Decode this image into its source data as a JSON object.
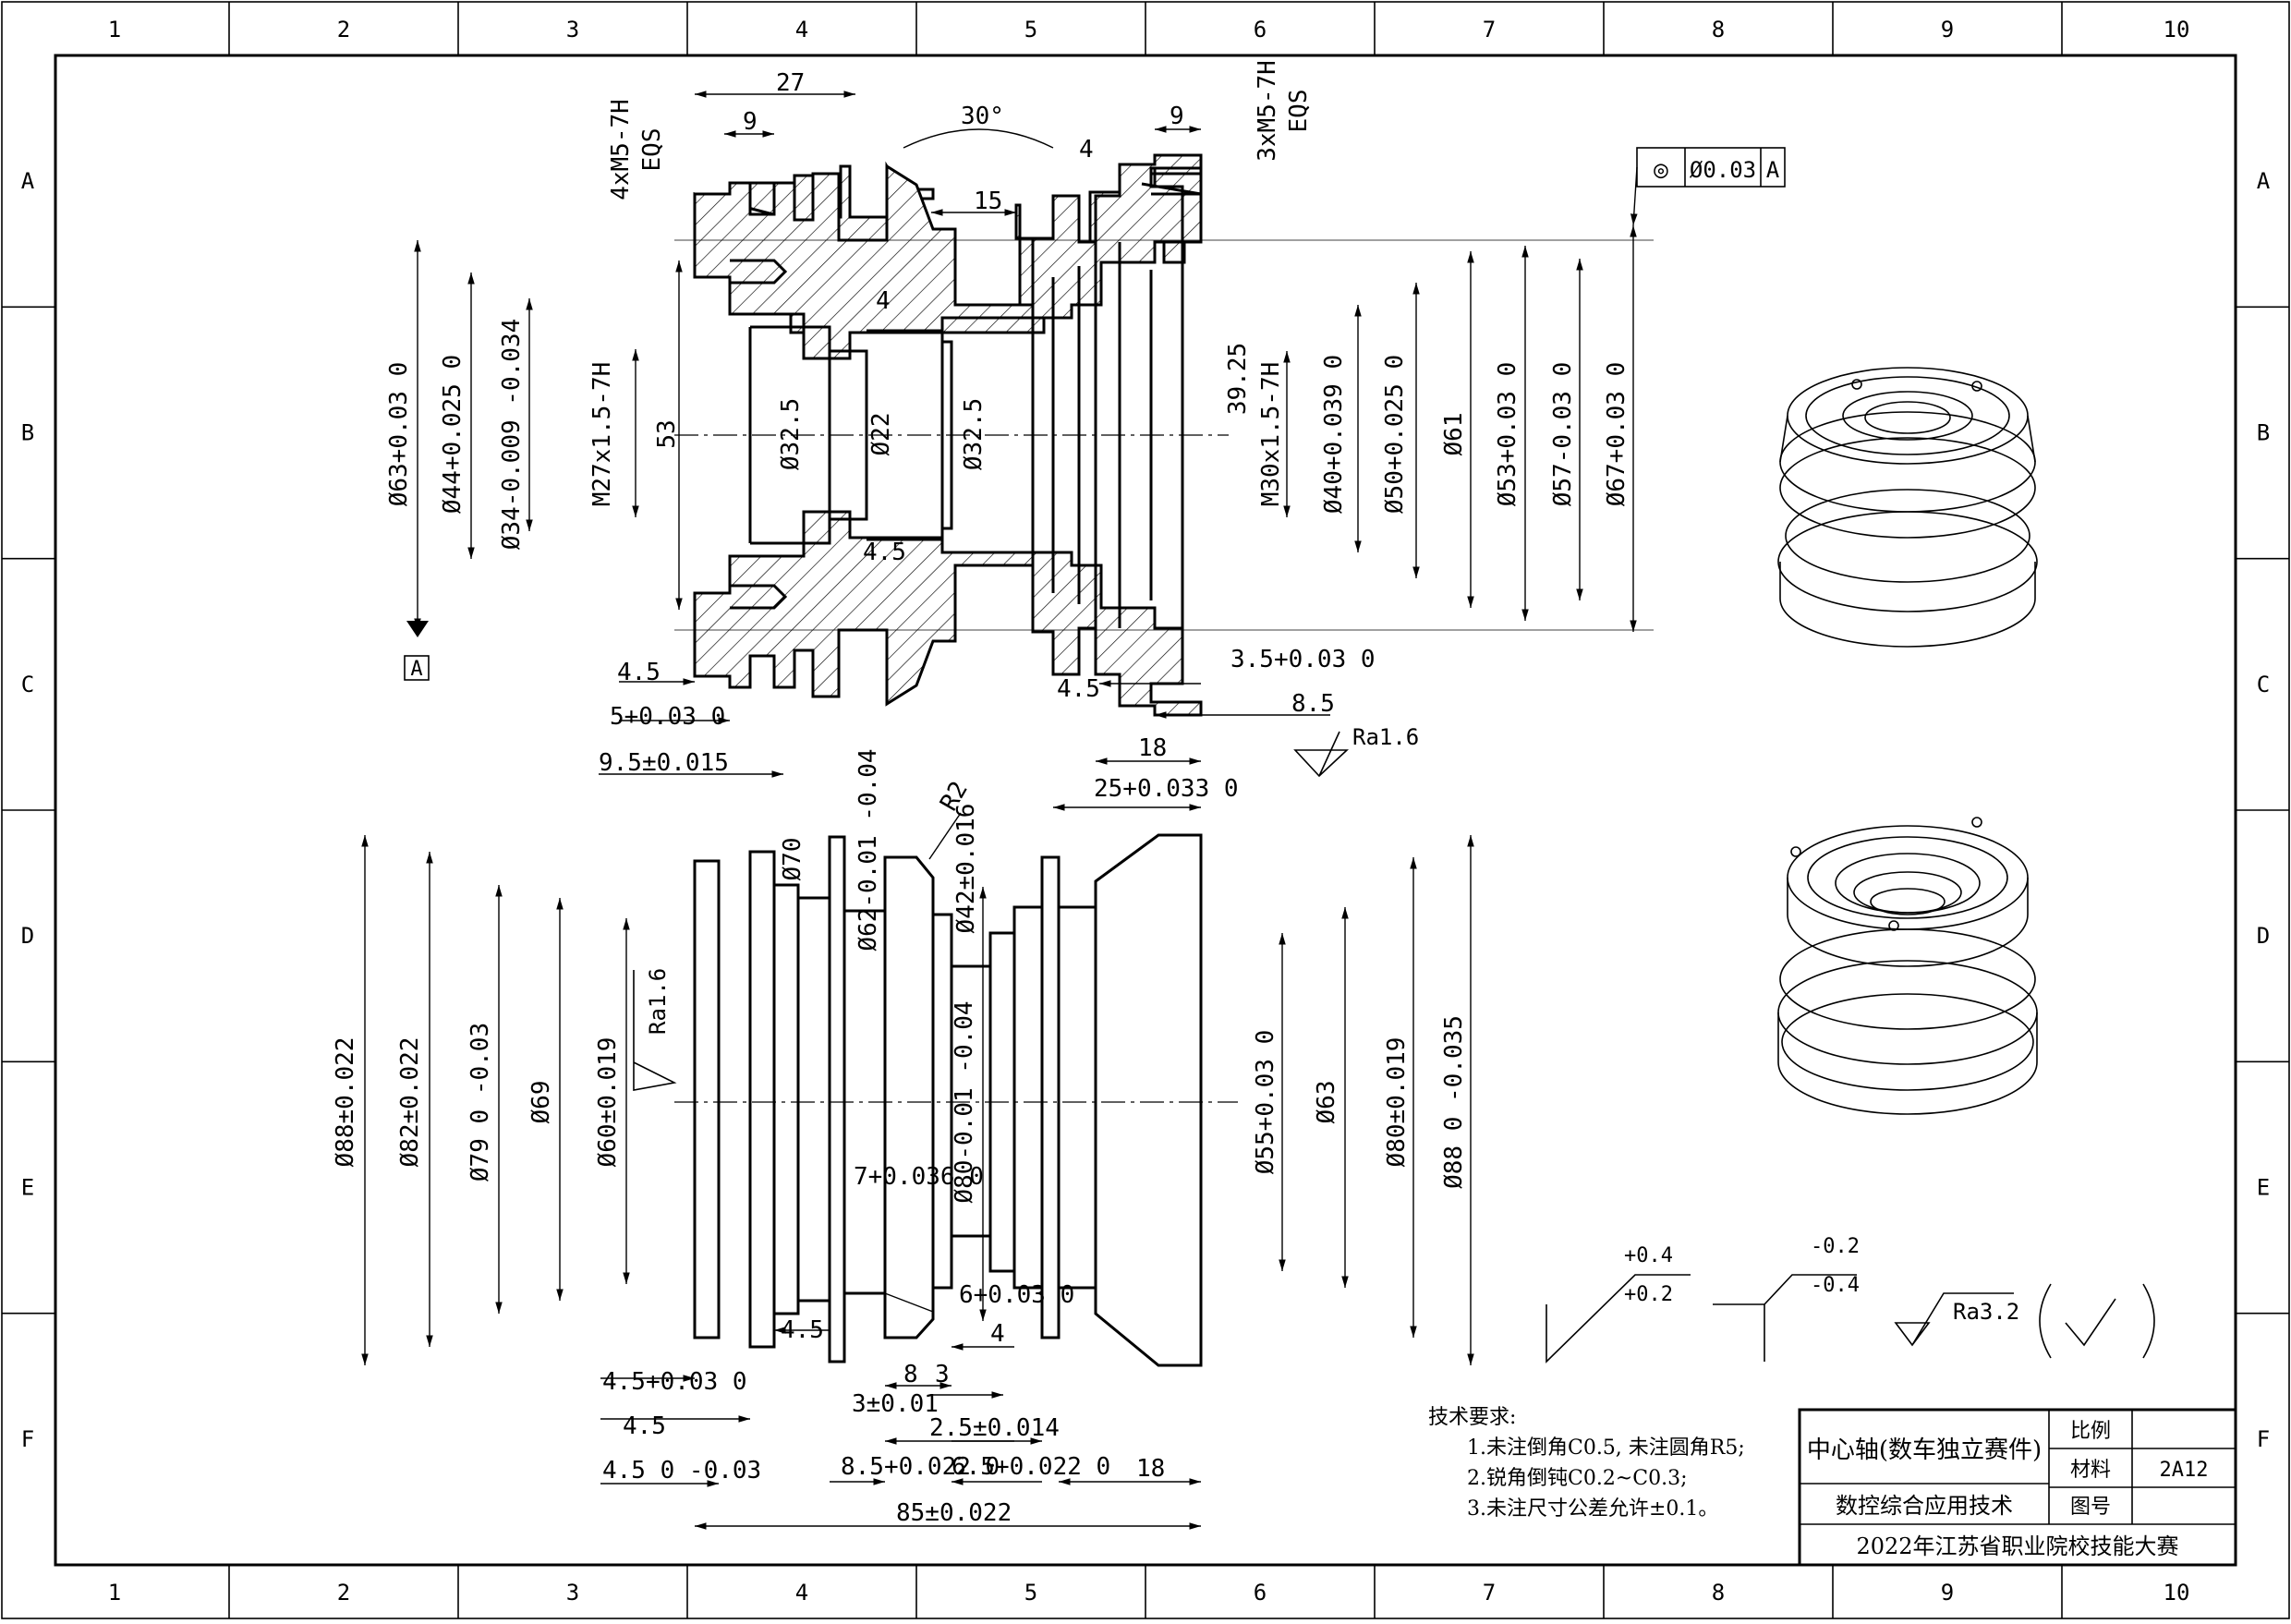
{
  "grid": {
    "columns": [
      "1",
      "2",
      "3",
      "4",
      "5",
      "6",
      "7",
      "8",
      "9",
      "10"
    ],
    "rows": [
      "A",
      "B",
      "C",
      "D",
      "E",
      "F"
    ]
  },
  "section_view": {
    "dims_top": [
      "27",
      "9",
      "30°",
      "15",
      "4",
      "9"
    ],
    "dims_left": [
      "Ø63+0.03 0",
      "Ø44+0.025 0",
      "Ø34-0.009 -0.034",
      "M27x1.5-7H",
      "53"
    ],
    "dims_inner": [
      "Ø32.5",
      "Ø22",
      "Ø32.5",
      "4",
      "4.5"
    ],
    "dims_right": [
      "39.25",
      "M30x1.5-7H",
      "Ø40+0.039 0",
      "Ø50+0.025 0",
      "Ø61",
      "Ø53+0.03 0",
      "Ø57-0.03 0",
      "Ø67+0.03 0"
    ],
    "dims_bottom": [
      "4.5",
      "5+0.03 0",
      "9.5±0.015",
      "4.5",
      "3.5+0.03 0",
      "8.5",
      "18",
      "25+0.033 0"
    ],
    "thread_left": [
      "4xM5-7H",
      "EQS"
    ],
    "thread_right": [
      "3xM5-7H",
      "EQS"
    ],
    "datum": "A",
    "roughness": "Ra1.6",
    "geometric_tolerance": [
      "◎",
      "Ø0.03",
      "A"
    ]
  },
  "outer_view": {
    "dims_top": [
      "Ø70",
      "Ø62-0.01 -0.04",
      "R2",
      "Ø42±0.016"
    ],
    "dims_left": [
      "Ø88±0.022",
      "Ø82±0.022",
      "Ø79 0 -0.03",
      "Ø69",
      "Ø60±0.019"
    ],
    "dims_mid": [
      "Ø80-0.01 -0.04",
      "7+0.036 0",
      "6+0.03 0",
      "Ø55+0.03 0",
      "Ø63",
      "Ø80±0.019",
      "Ø88 0 -0.035"
    ],
    "roughness": "Ra1.6",
    "dims_bottom": [
      "4.5",
      "8",
      "3",
      "4",
      "4.5+0.03 0",
      "3±0.01",
      "2.5±0.014",
      "4.5",
      "8.5+0.022 0",
      "6.5+0.022 0",
      "18",
      "4.5 0 -0.03",
      "85±0.022"
    ]
  },
  "deviation_symbols": [
    "+0.4",
    "+0.2",
    "-0.2",
    "-0.4"
  ],
  "general_roughness": "Ra3.2",
  "tech_requirements": {
    "title": "技术要求:",
    "items": [
      "1.未注倒角C0.5, 未注圆角R5;",
      "2.锐角倒钝C0.2~C0.3;",
      "3.未注尺寸公差允许±0.1。"
    ]
  },
  "title_block": {
    "part_name": "中心轴(数车独立赛件)",
    "scale_label": "比例",
    "scale_value": "",
    "material_label": "材料",
    "material_value": "2A12",
    "drawing_no_label": "图号",
    "drawing_no_value": "",
    "course": "数控综合应用技术",
    "competition": "2022年江苏省职业院校技能大赛"
  }
}
